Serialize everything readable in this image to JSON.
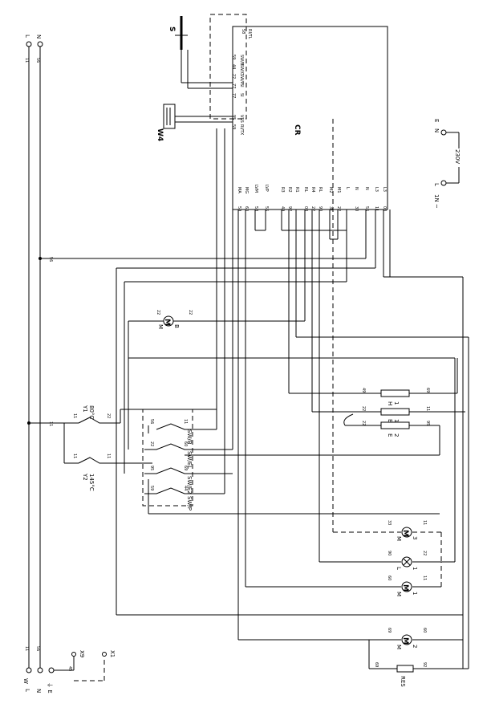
{
  "title": "",
  "main_terminals": {
    "left": [
      "W",
      "L",
      "N",
      "⏚ E"
    ],
    "top": [
      "L",
      "N"
    ],
    "wire_labels": [
      "11",
      "56"
    ]
  },
  "supply": {
    "voltage": "230V",
    "phase": "1N ~",
    "terminals": [
      "L",
      "N",
      "E"
    ]
  },
  "control_board": {
    "label": "CR",
    "top_right_pin": {
      "num": "58",
      "name": "RI/TL"
    },
    "right_pins": [
      {
        "num": "59",
        "name": "SW/B"
      },
      {
        "num": "44",
        "name": "SW/C"
      },
      {
        "num": "22",
        "name": "SW/P"
      },
      {
        "num": "77",
        "name": "SI"
      },
      {
        "num": "77",
        "name": "SI"
      },
      {
        "num": "95",
        "name": "VSS"
      },
      {
        "num": "59",
        "name": "RI/TX"
      }
    ],
    "bottom_pins": [
      {
        "num": "59",
        "name": "MA"
      },
      {
        "num": "60",
        "name": "MG"
      },
      {
        "num": "58",
        "name": "LVM"
      },
      {
        "num": "56",
        "name": "LVP"
      },
      {
        "num": "49",
        "name": "R3"
      },
      {
        "num": "92",
        "name": "R2"
      },
      {
        "num": "",
        "name": "R1"
      },
      {
        "num": "03",
        "name": "RL"
      },
      {
        "num": "22",
        "name": "R4"
      },
      {
        "num": "90",
        "name": "RL"
      },
      {
        "num": "31",
        "name": "M2"
      },
      {
        "num": "22",
        "name": "M1"
      },
      {
        "num": "",
        "name": "L"
      },
      {
        "num": "30",
        "name": "N"
      },
      {
        "num": "56",
        "name": "N"
      },
      {
        "num": "11",
        "name": "L3"
      },
      {
        "num": "03",
        "name": "L3"
      }
    ]
  },
  "components": {
    "S": "S",
    "W4": "W4",
    "Y1": {
      "name": "Y1",
      "temp": "80°C",
      "pins": [
        "11",
        "22"
      ]
    },
    "Y2": {
      "name": "Y2",
      "temp": "145°C",
      "pins": [
        "11",
        "11"
      ]
    },
    "MB": {
      "name": "M",
      "sub": "B",
      "pins": [
        "22",
        "22"
      ]
    },
    "switches": [
      {
        "name": "SW/B",
        "pins": [
          "56",
          "11"
        ]
      },
      {
        "name": "SW/EL",
        "pins": [
          "22",
          "60"
        ]
      },
      {
        "name": "SW/E2",
        "pins": [
          "95",
          "69"
        ]
      },
      {
        "name": "SW/P",
        "pins": [
          "59",
          "44"
        ]
      }
    ],
    "H1": {
      "name": "H",
      "sub": "1",
      "pins": [
        "49",
        "69"
      ]
    },
    "E1": {
      "name": "E",
      "sub": "1",
      "pins": [
        "22",
        "11"
      ]
    },
    "E2": {
      "name": "E",
      "sub": "2",
      "pins": [
        "22",
        "95"
      ]
    },
    "M3": {
      "name": "M",
      "sub": "3",
      "pins": [
        "33",
        "11"
      ]
    },
    "L1": {
      "name": "L",
      "sub": "1",
      "pins": [
        "90",
        "22"
      ]
    },
    "M1": {
      "name": "M",
      "sub": "1",
      "pins": [
        "60",
        "11"
      ]
    },
    "M2": {
      "name": "M",
      "sub": "2",
      "pins": [
        "69",
        "60"
      ]
    },
    "RES": {
      "name": "RES",
      "pins": [
        "69",
        "92"
      ]
    },
    "X9": {
      "name": "X9",
      "pin": "45"
    },
    "X1": {
      "name": "X1"
    }
  },
  "wire_numbers": [
    "56",
    "11",
    "22",
    "60"
  ]
}
